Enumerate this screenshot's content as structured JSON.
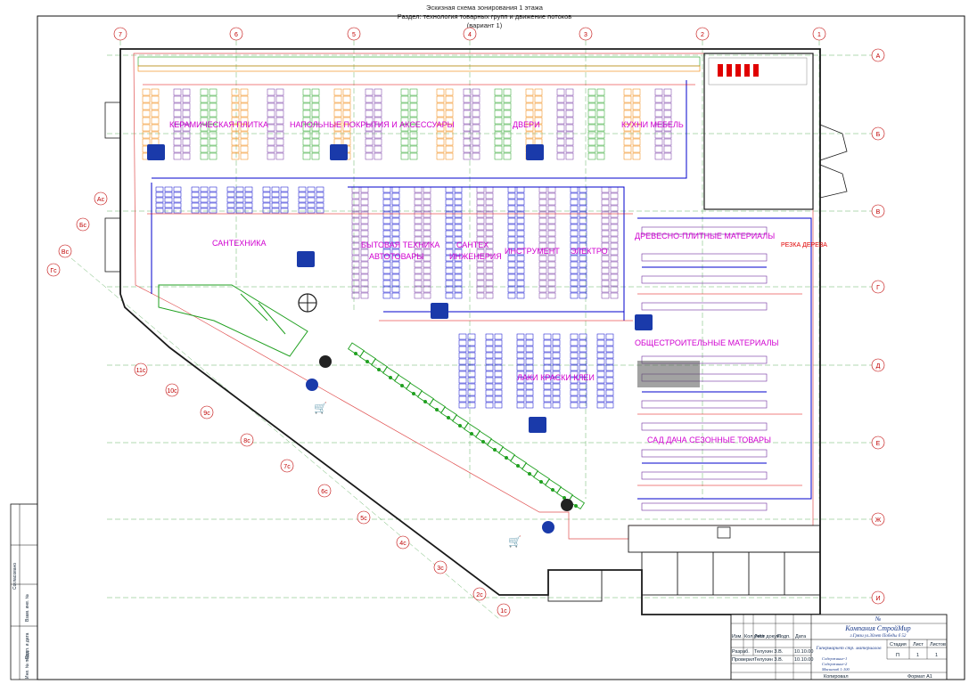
{
  "header": {
    "line1": "Эскизная схема зонирования 1 этажа",
    "line2": "Раздел: технология товарных групп и движение потоков",
    "line3": "(вариант 1)"
  },
  "axes_top": [
    "7",
    "6",
    "5",
    "4",
    "3",
    "2",
    "1"
  ],
  "axes_right": [
    "А",
    "Б",
    "В",
    "Г",
    "Д",
    "Е",
    "Ж",
    "И"
  ],
  "axes_left": [
    "Ас",
    "Бс",
    "Вс",
    "Гс"
  ],
  "axes_diagonal": [
    "11с",
    "10с",
    "9с",
    "8с",
    "7с",
    "6с",
    "5с",
    "4с",
    "3с",
    "2с",
    "1с"
  ],
  "zones": {
    "ceramic": "КЕРАМИЧЕСКАЯ ПЛИТКА",
    "flooring": "НАПОЛЬНЫЕ ПОКРЫТИЯ И АКСЕССУАРЫ",
    "doors": "ДВЕРИ",
    "kitchen": "КУХНИ МЕБЕЛЬ",
    "plumbing": "САНТЕХНИКА",
    "appliances": "БЫТОВАЯ ТЕХНИКА",
    "auto": "АВТОТОВАРЫ",
    "santech_eng": "САНТЕХ",
    "engineering": "ИНЖЕНЕРИЯ",
    "tools": "ИНСТРУМЕНТ",
    "electro": "ЭЛЕКТРО",
    "wood": "ДРЕВЕСНО-ПЛИТНЫЕ МАТЕРИАЛЫ",
    "cutting": "РЕЗКА ДЕРЕВА",
    "general": "ОБЩЕСТРОИТЕЛЬНЫЕ МАТЕРИАЛЫ",
    "paints": "ЛАКИ КРАСКИ КЛЕИ",
    "garden": "САД ДАЧА СЕЗОННЫЕ ТОВАРЫ"
  },
  "stamp": {
    "number": "№",
    "company": "Компания СтройМир",
    "address": "г.Грязи ул.30лет Победы б 52",
    "object": "Гипермаркет стр. материалов",
    "col_headers": [
      "Изм.",
      "Кол.уч",
      "Лист",
      "№ докум.",
      "Подп.",
      "Дата"
    ],
    "role1": "Разраб.",
    "name1": "Телухин З.В.",
    "role2": "Проверил",
    "name2": "Телухин З.В.",
    "date1": "10.10.00",
    "date2": "10.10.00",
    "stage_h": "Стадия",
    "sheet_h": "Лист",
    "sheets_h": "Листов",
    "stage": "П",
    "sheet": "1",
    "sheets": "1",
    "notes1": "Содержание-1",
    "notes2": "Содержание-2",
    "notes3": "Масштаб 1:100",
    "copied": "Копировал",
    "format": "Формат А1"
  },
  "side_panel": [
    "Согласовано",
    "Взам. инв. №",
    "Подп. и дата",
    "Инв. № подл."
  ],
  "colors": {
    "walls": "#1a1a1a",
    "flow": "#0000cc",
    "zone_text": "#d000d0",
    "route": "#e00000",
    "green": "#20a020",
    "orange": "#f08000",
    "purple": "#7030a0"
  }
}
